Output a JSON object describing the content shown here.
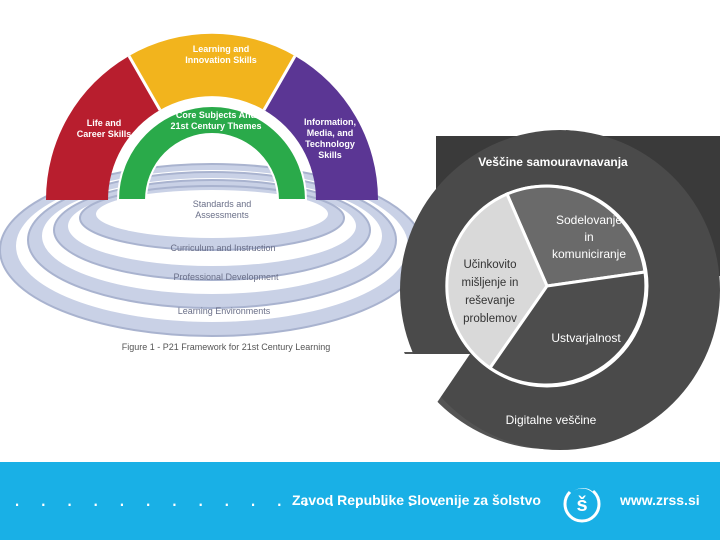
{
  "p21": {
    "arch": {
      "life_career": "Life and Career Skills",
      "learning_innovation": "Learning and Innovation Skills",
      "info_media_tech": "Information, Media, and Technology Skills",
      "core_subjects": "Core Subjects And 21st Century Themes"
    },
    "rings": {
      "standards": "Standards and Assessments",
      "curriculum": "Curriculum and Instruction",
      "professional": "Professional Development",
      "environments": "Learning Environments"
    },
    "caption": "Figure 1 - P21 Framework for 21st Century Learning",
    "colors": {
      "red": "#b81e2e",
      "yellow": "#f2b41d",
      "purple": "#5b3694",
      "green": "#2aaa4a",
      "ring": "#cfd6e8"
    }
  },
  "skills_circle": {
    "title": "Veščine samouravnavanja",
    "sodelovanje": "Sodelovanje in komuniciranje",
    "ucinkovito": "Učinkovito mišljenje in reševanje problemov",
    "ustvarjalnost": "Ustvarjalnost",
    "digitalne": "Digitalne veščine"
  },
  "footer": {
    "dots": ". . . . . . . . . . . . . . . . .",
    "organization": "Zavod Republike Slovenije za šolstvo",
    "url": "www.zrss.si",
    "logo_icon": "zrss-logo-icon"
  }
}
